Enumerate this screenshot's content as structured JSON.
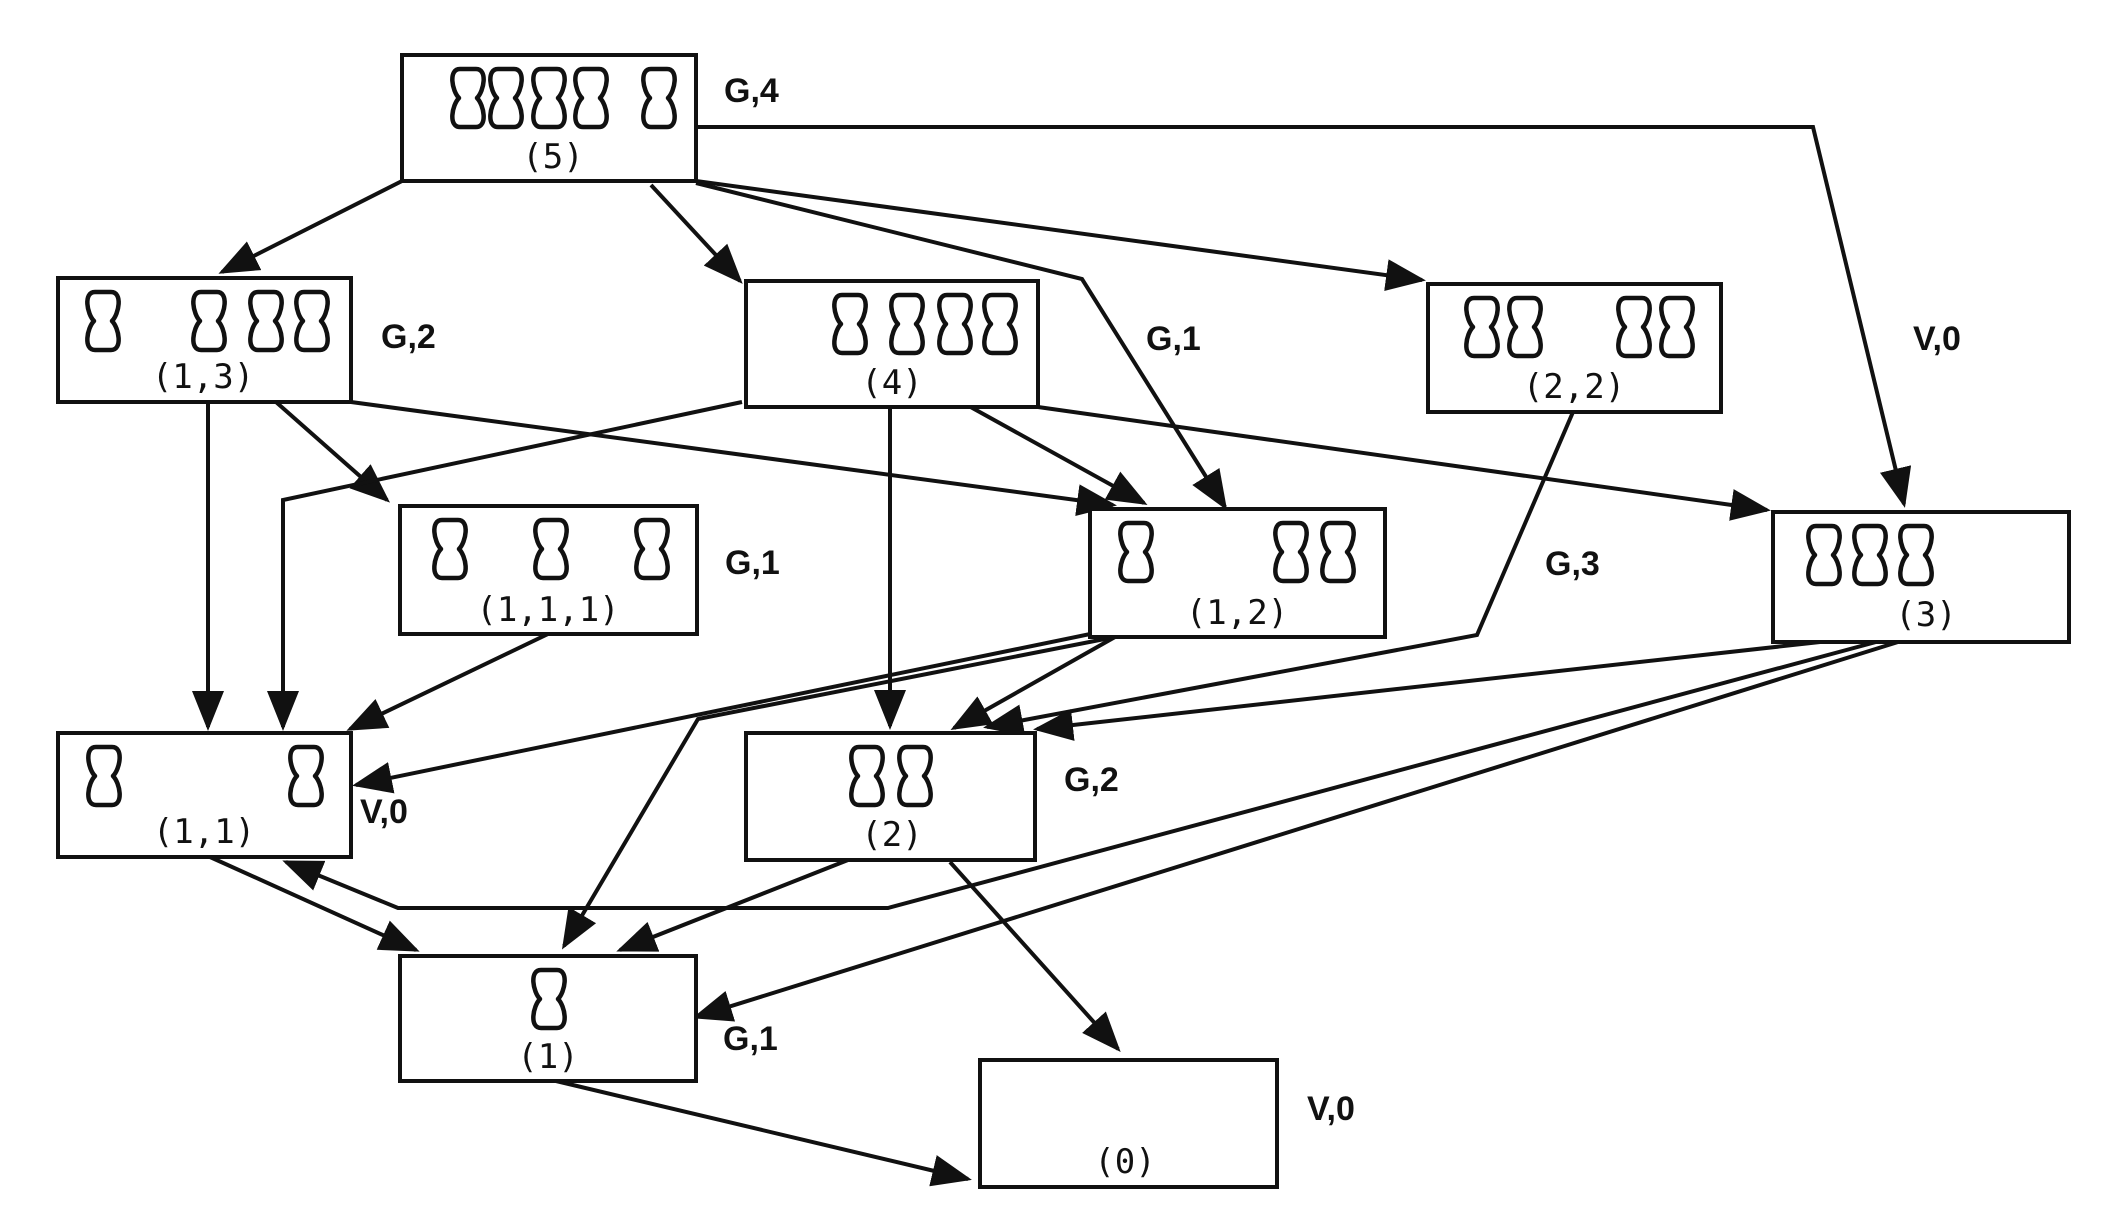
{
  "diagram": {
    "nodes": [
      {
        "id": "n5",
        "label": "(5)",
        "value": "G,4",
        "pins": 5
      },
      {
        "id": "n13",
        "label": "(1,3)",
        "value": "G,2",
        "pins": 4
      },
      {
        "id": "n4",
        "label": "(4)",
        "value": "",
        "pins": 4
      },
      {
        "id": "n22",
        "label": "(2,2)",
        "value": "",
        "pins": 4
      },
      {
        "id": "n111",
        "label": "(1,1,1)",
        "value": "G,1",
        "pins": 3
      },
      {
        "id": "n12",
        "label": "(1,2)",
        "value": "",
        "pins": 3
      },
      {
        "id": "n3",
        "label": "(3)",
        "value": "",
        "pins": 3
      },
      {
        "id": "n11",
        "label": "(1,1)",
        "value": "V,0",
        "pins": 2
      },
      {
        "id": "n2",
        "label": "(2)",
        "value": "G,2",
        "pins": 2
      },
      {
        "id": "n1",
        "label": "(1)",
        "value": "G,1",
        "pins": 1
      },
      {
        "id": "n0",
        "label": "(0)",
        "value": "V,0",
        "pins": 0
      }
    ],
    "floating_labels": [
      {
        "id": "g1-4",
        "text": "G,1"
      },
      {
        "id": "v0-3",
        "text": "V,0"
      },
      {
        "id": "g3-12",
        "text": "G,3"
      }
    ],
    "edges": [
      {
        "from": "n5",
        "to": "n13"
      },
      {
        "from": "n5",
        "to": "n4"
      },
      {
        "from": "n5",
        "to": "n12"
      },
      {
        "from": "n5",
        "to": "n22"
      },
      {
        "from": "n5",
        "to": "n3"
      },
      {
        "from": "n13",
        "to": "n11"
      },
      {
        "from": "n13",
        "to": "n111"
      },
      {
        "from": "n13",
        "to": "n12"
      },
      {
        "from": "n4",
        "to": "n11"
      },
      {
        "from": "n4",
        "to": "n2"
      },
      {
        "from": "n4",
        "to": "n12"
      },
      {
        "from": "n4",
        "to": "n3"
      },
      {
        "from": "n22",
        "to": "n2"
      },
      {
        "from": "n111",
        "to": "n11"
      },
      {
        "from": "n12",
        "to": "n11"
      },
      {
        "from": "n12",
        "to": "n2"
      },
      {
        "from": "n12",
        "to": "n1"
      },
      {
        "from": "n3",
        "to": "n2"
      },
      {
        "from": "n3",
        "to": "n11"
      },
      {
        "from": "n3",
        "to": "n1"
      },
      {
        "from": "n11",
        "to": "n1"
      },
      {
        "from": "n2",
        "to": "n1"
      },
      {
        "from": "n2",
        "to": "n0"
      },
      {
        "from": "n1",
        "to": "n0"
      }
    ]
  }
}
